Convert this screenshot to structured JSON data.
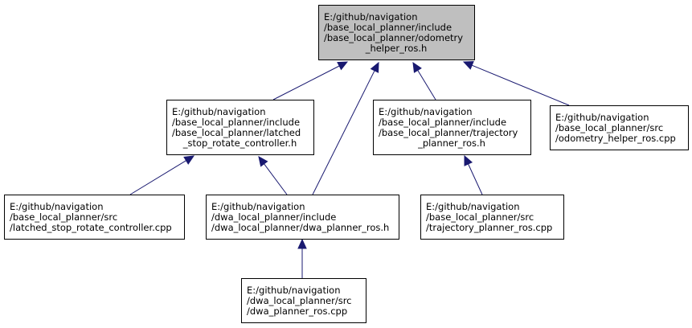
{
  "nodes": [
    {
      "id": "odometry_helper_ros_h",
      "lines": [
        "E:/github/navigation",
        "/base_local_planner/include",
        "/base_local_planner/odometry",
        "_helper_ros.h"
      ],
      "highlighted": true
    },
    {
      "id": "latched_stop_rotate_controller_h",
      "lines": [
        "E:/github/navigation",
        "/base_local_planner/include",
        "/base_local_planner/latched",
        "_stop_rotate_controller.h"
      ],
      "highlighted": false
    },
    {
      "id": "trajectory_planner_ros_h",
      "lines": [
        "E:/github/navigation",
        "/base_local_planner/include",
        "/base_local_planner/trajectory",
        "_planner_ros.h"
      ],
      "highlighted": false
    },
    {
      "id": "odometry_helper_ros_cpp",
      "lines": [
        "E:/github/navigation",
        "/base_local_planner/src",
        "/odometry_helper_ros.cpp"
      ],
      "highlighted": false
    },
    {
      "id": "latched_stop_rotate_controller_cpp",
      "lines": [
        "E:/github/navigation",
        "/base_local_planner/src",
        "/latched_stop_rotate_controller.cpp"
      ],
      "highlighted": false
    },
    {
      "id": "dwa_planner_ros_h",
      "lines": [
        "E:/github/navigation",
        "/dwa_local_planner/include",
        "/dwa_local_planner/dwa_planner_ros.h"
      ],
      "highlighted": false
    },
    {
      "id": "trajectory_planner_ros_cpp",
      "lines": [
        "E:/github/navigation",
        "/base_local_planner/src",
        "/trajectory_planner_ros.cpp"
      ],
      "highlighted": false
    },
    {
      "id": "dwa_planner_ros_cpp",
      "lines": [
        "E:/github/navigation",
        "/dwa_local_planner/src",
        "/dwa_planner_ros.cpp"
      ],
      "highlighted": false
    }
  ],
  "edges": [
    {
      "from": "latched_stop_rotate_controller_h",
      "to": "odometry_helper_ros_h"
    },
    {
      "from": "dwa_planner_ros_h",
      "to": "odometry_helper_ros_h"
    },
    {
      "from": "trajectory_planner_ros_h",
      "to": "odometry_helper_ros_h"
    },
    {
      "from": "odometry_helper_ros_cpp",
      "to": "odometry_helper_ros_h"
    },
    {
      "from": "latched_stop_rotate_controller_cpp",
      "to": "latched_stop_rotate_controller_h"
    },
    {
      "from": "dwa_planner_ros_h",
      "to": "latched_stop_rotate_controller_h"
    },
    {
      "from": "trajectory_planner_ros_cpp",
      "to": "trajectory_planner_ros_h"
    },
    {
      "from": "dwa_planner_ros_cpp",
      "to": "dwa_planner_ros_h"
    }
  ],
  "colors": {
    "highlight_fill": "#bfbfbf",
    "node_fill": "#ffffff",
    "node_border": "#000000",
    "edge": "#191970"
  }
}
